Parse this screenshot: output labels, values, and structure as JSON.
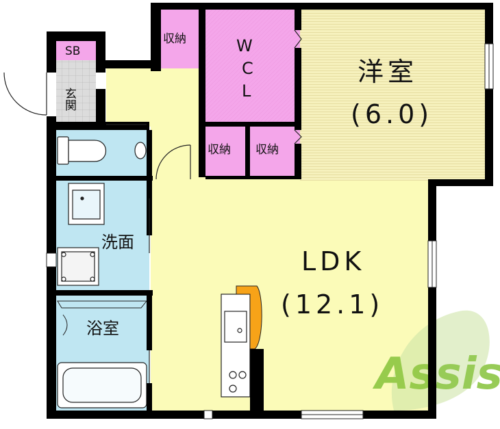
{
  "rooms": {
    "western_room": {
      "name": "洋室",
      "size": "(6.0)"
    },
    "ldk": {
      "name": "LDK",
      "size": "(12.1)"
    },
    "wcl": {
      "line1": "W",
      "line2": "C",
      "line3": "L"
    },
    "storage_top": {
      "name": "収納"
    },
    "storage_mid_left": {
      "name": "収納"
    },
    "storage_mid_right": {
      "name": "収納"
    },
    "entrance": {
      "name": "玄関"
    },
    "shoe_box": {
      "name": "SB"
    },
    "washroom": {
      "name": "洗面"
    },
    "bathroom": {
      "name": "浴室"
    }
  },
  "watermark": {
    "text": "Assist"
  },
  "colors": {
    "ldk_fill": "#fbfbb8",
    "western_fill": "#f6f1bd",
    "storage_fill": "#f4a6ea",
    "water_fill": "#bfe6f2",
    "entrance_fill": "#d9d9d9",
    "wall": "#000000",
    "watermark_green": "#86c33a"
  }
}
